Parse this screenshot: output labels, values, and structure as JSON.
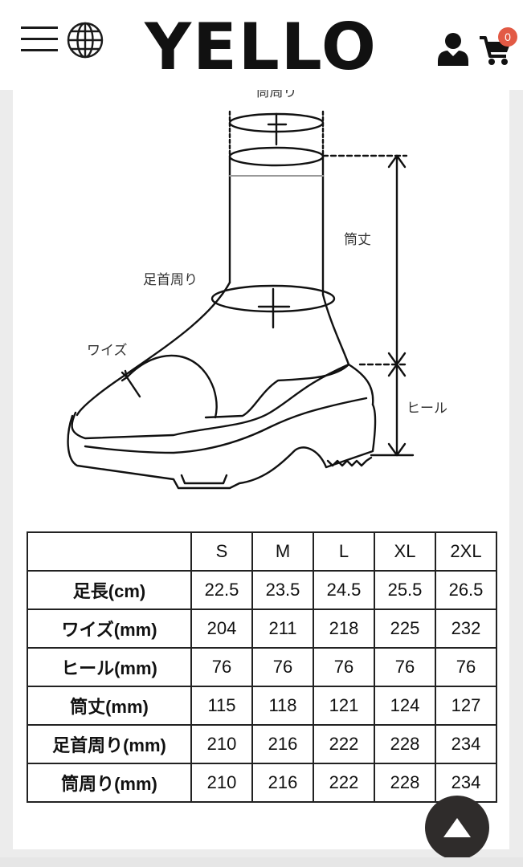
{
  "header": {
    "logo": "YELLO",
    "cart_count": "0",
    "icons": [
      "menu-icon",
      "globe-icon",
      "user-icon",
      "cart-icon"
    ]
  },
  "diagram": {
    "labels": {
      "top_cut": "筒周り",
      "shaft_height": "筒丈",
      "ankle": "足首周り",
      "width": "ワイズ",
      "heel": "ヒール"
    }
  },
  "size_table": {
    "columns": [
      "",
      "S",
      "M",
      "L",
      "XL",
      "2XL"
    ],
    "rows": [
      {
        "label": "足長(cm)",
        "values": [
          "22.5",
          "23.5",
          "24.5",
          "25.5",
          "26.5"
        ]
      },
      {
        "label": "ワイズ(mm)",
        "values": [
          "204",
          "211",
          "218",
          "225",
          "232"
        ]
      },
      {
        "label": "ヒール(mm)",
        "values": [
          "76",
          "76",
          "76",
          "76",
          "76"
        ]
      },
      {
        "label": "筒丈(mm)",
        "values": [
          "115",
          "118",
          "121",
          "124",
          "127"
        ]
      },
      {
        "label": "足首周り(mm)",
        "values": [
          "210",
          "216",
          "222",
          "228",
          "234"
        ]
      },
      {
        "label": "筒周り(mm)",
        "values": [
          "210",
          "216",
          "222",
          "228",
          "234"
        ]
      }
    ]
  },
  "scroll_top_icon": "triangle-up-icon"
}
